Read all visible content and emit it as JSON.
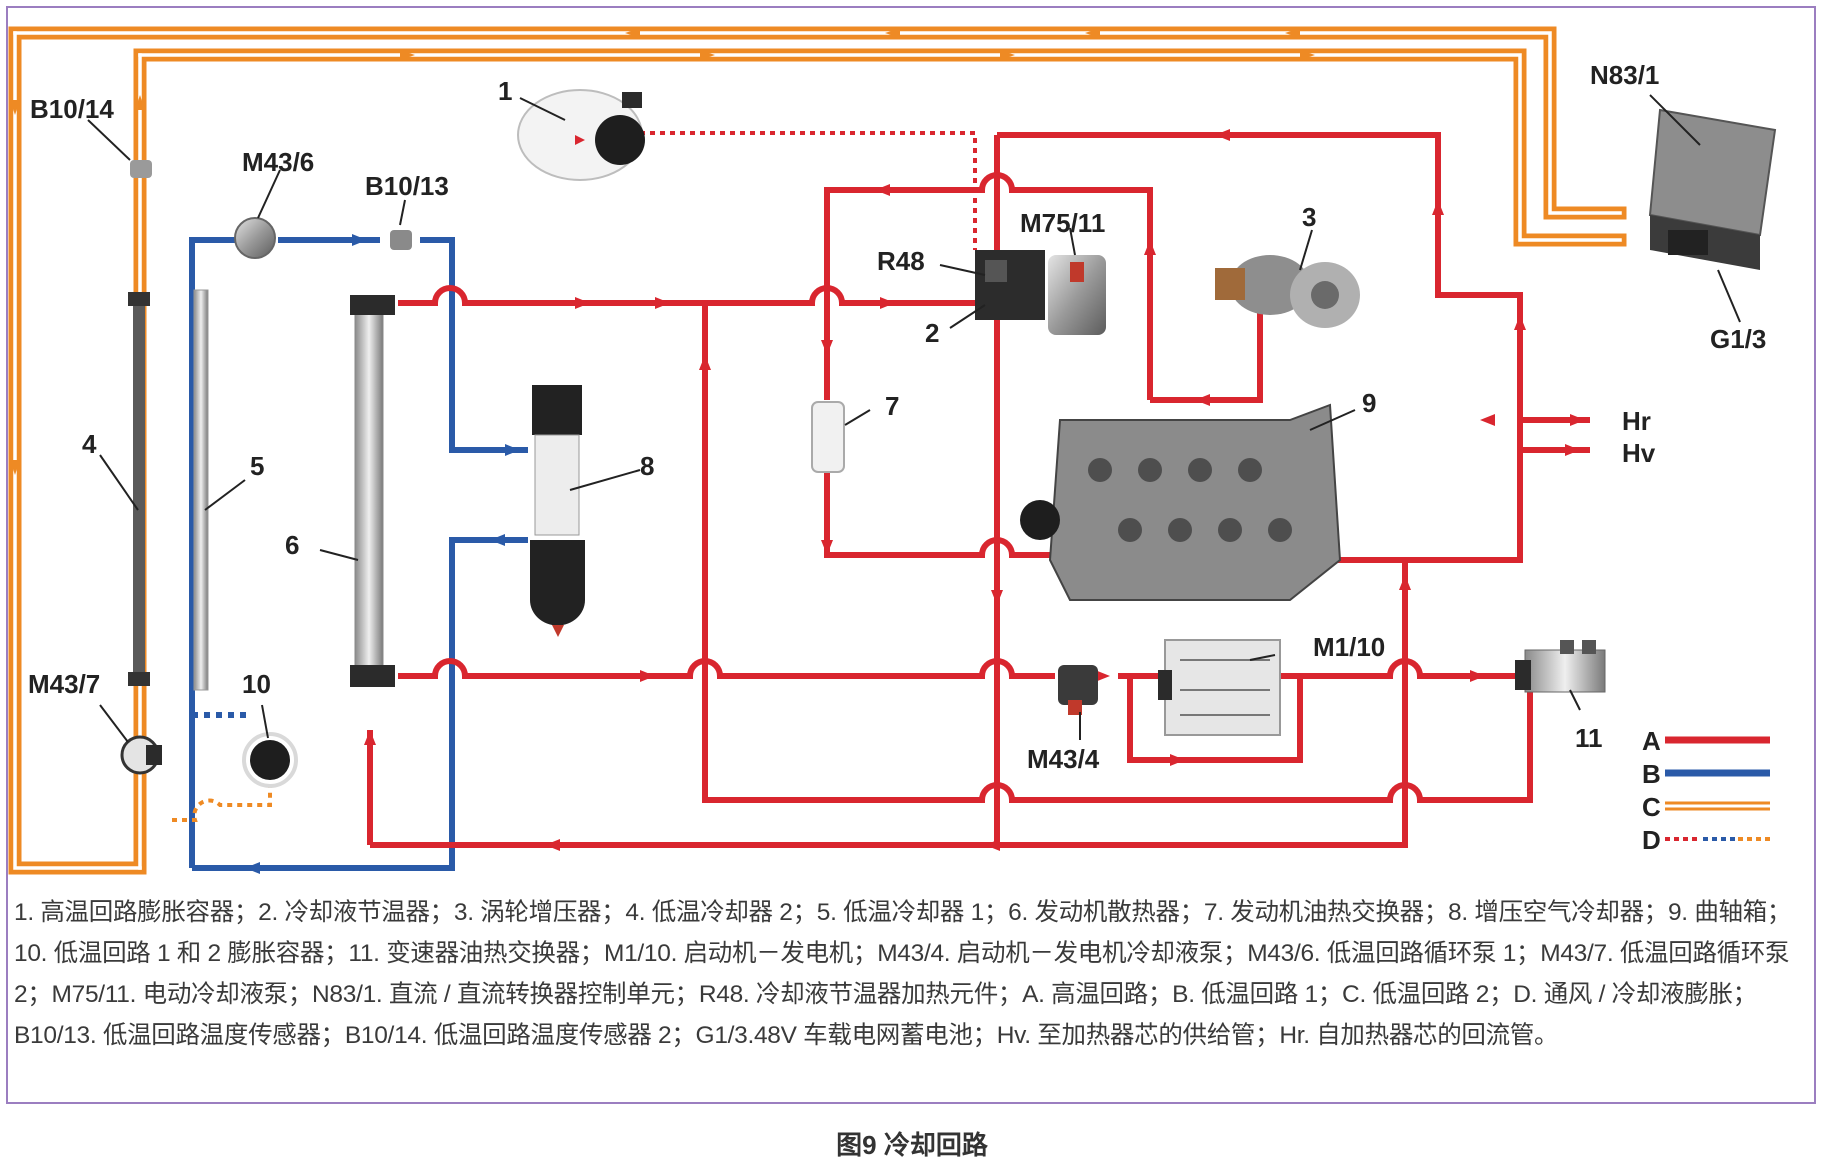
{
  "labels": {
    "l1": "1",
    "l2": "2",
    "l3": "3",
    "l4": "4",
    "l5": "5",
    "l6": "6",
    "l7": "7",
    "l8": "8",
    "l9": "9",
    "l10": "10",
    "l11": "11",
    "b10_14": "B10/14",
    "m43_6": "M43/6",
    "b10_13": "B10/13",
    "m75_11": "M75/11",
    "r48": "R48",
    "n83_1": "N83/1",
    "g1_3": "G1/3",
    "hr": "Hr",
    "hv": "Hv",
    "m1_10": "M1/10",
    "m43_4": "M43/4",
    "m43_7": "M43/7"
  },
  "legend": {
    "a": "A",
    "b": "B",
    "c": "C",
    "d": "D",
    "colors": {
      "a": "#d9262f",
      "b": "#2a5aa8",
      "c": "#ee8a24",
      "d_red": "#d9262f",
      "d_blue": "#2a5aa8",
      "d_orange": "#ee8a24"
    }
  },
  "caption": "1. 高温回路膨胀容器；2. 冷却液节温器；3. 涡轮增压器；4. 低温冷却器 2；5. 低温冷却器 1；6. 发动机散热器；7. 发动机油热交换器；8. 增压空气冷却器；9. 曲轴箱；10. 低温回路 1 和 2 膨胀容器；11. 变速器油热交换器；M1/10. 启动机－发电机；M43/4. 启动机－发电机冷却液泵；M43/6. 低温回路循环泵 1；M43/7. 低温回路循环泵 2；M75/11. 电动冷却液泵；N83/1. 直流 / 直流转换器控制单元；R48. 冷却液节温器加热元件；A. 高温回路；B. 低温回路 1；C. 低温回路 2；D. 通风 / 冷却液膨胀；B10/13. 低温回路温度传感器；B10/14. 低温回路温度传感器 2；G1/3.48V 车载电网蓄电池；Hv. 至加热器芯的供给管；Hr. 自加热器芯的回流管。",
  "figure_title": "图9 冷却回路"
}
